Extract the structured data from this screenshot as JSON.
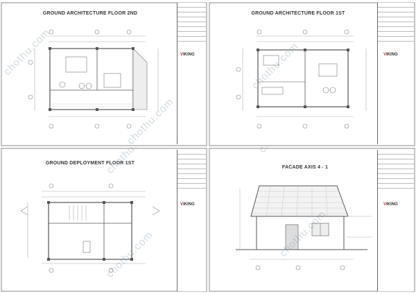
{
  "sheets": [
    {
      "title": "GROUND ARCHITECTURE FLOOR 2ND"
    },
    {
      "title": "GROUND ARCHITECTURE FLOOR 1ST"
    },
    {
      "title": "GROUND DEPLOYMENT FLOOR 1ST"
    },
    {
      "title": "FACADE AXIS 4 - 1"
    }
  ],
  "title_block": {
    "logo_letter": "V",
    "logo_text": "IKING"
  },
  "watermark": "chothu.com"
}
